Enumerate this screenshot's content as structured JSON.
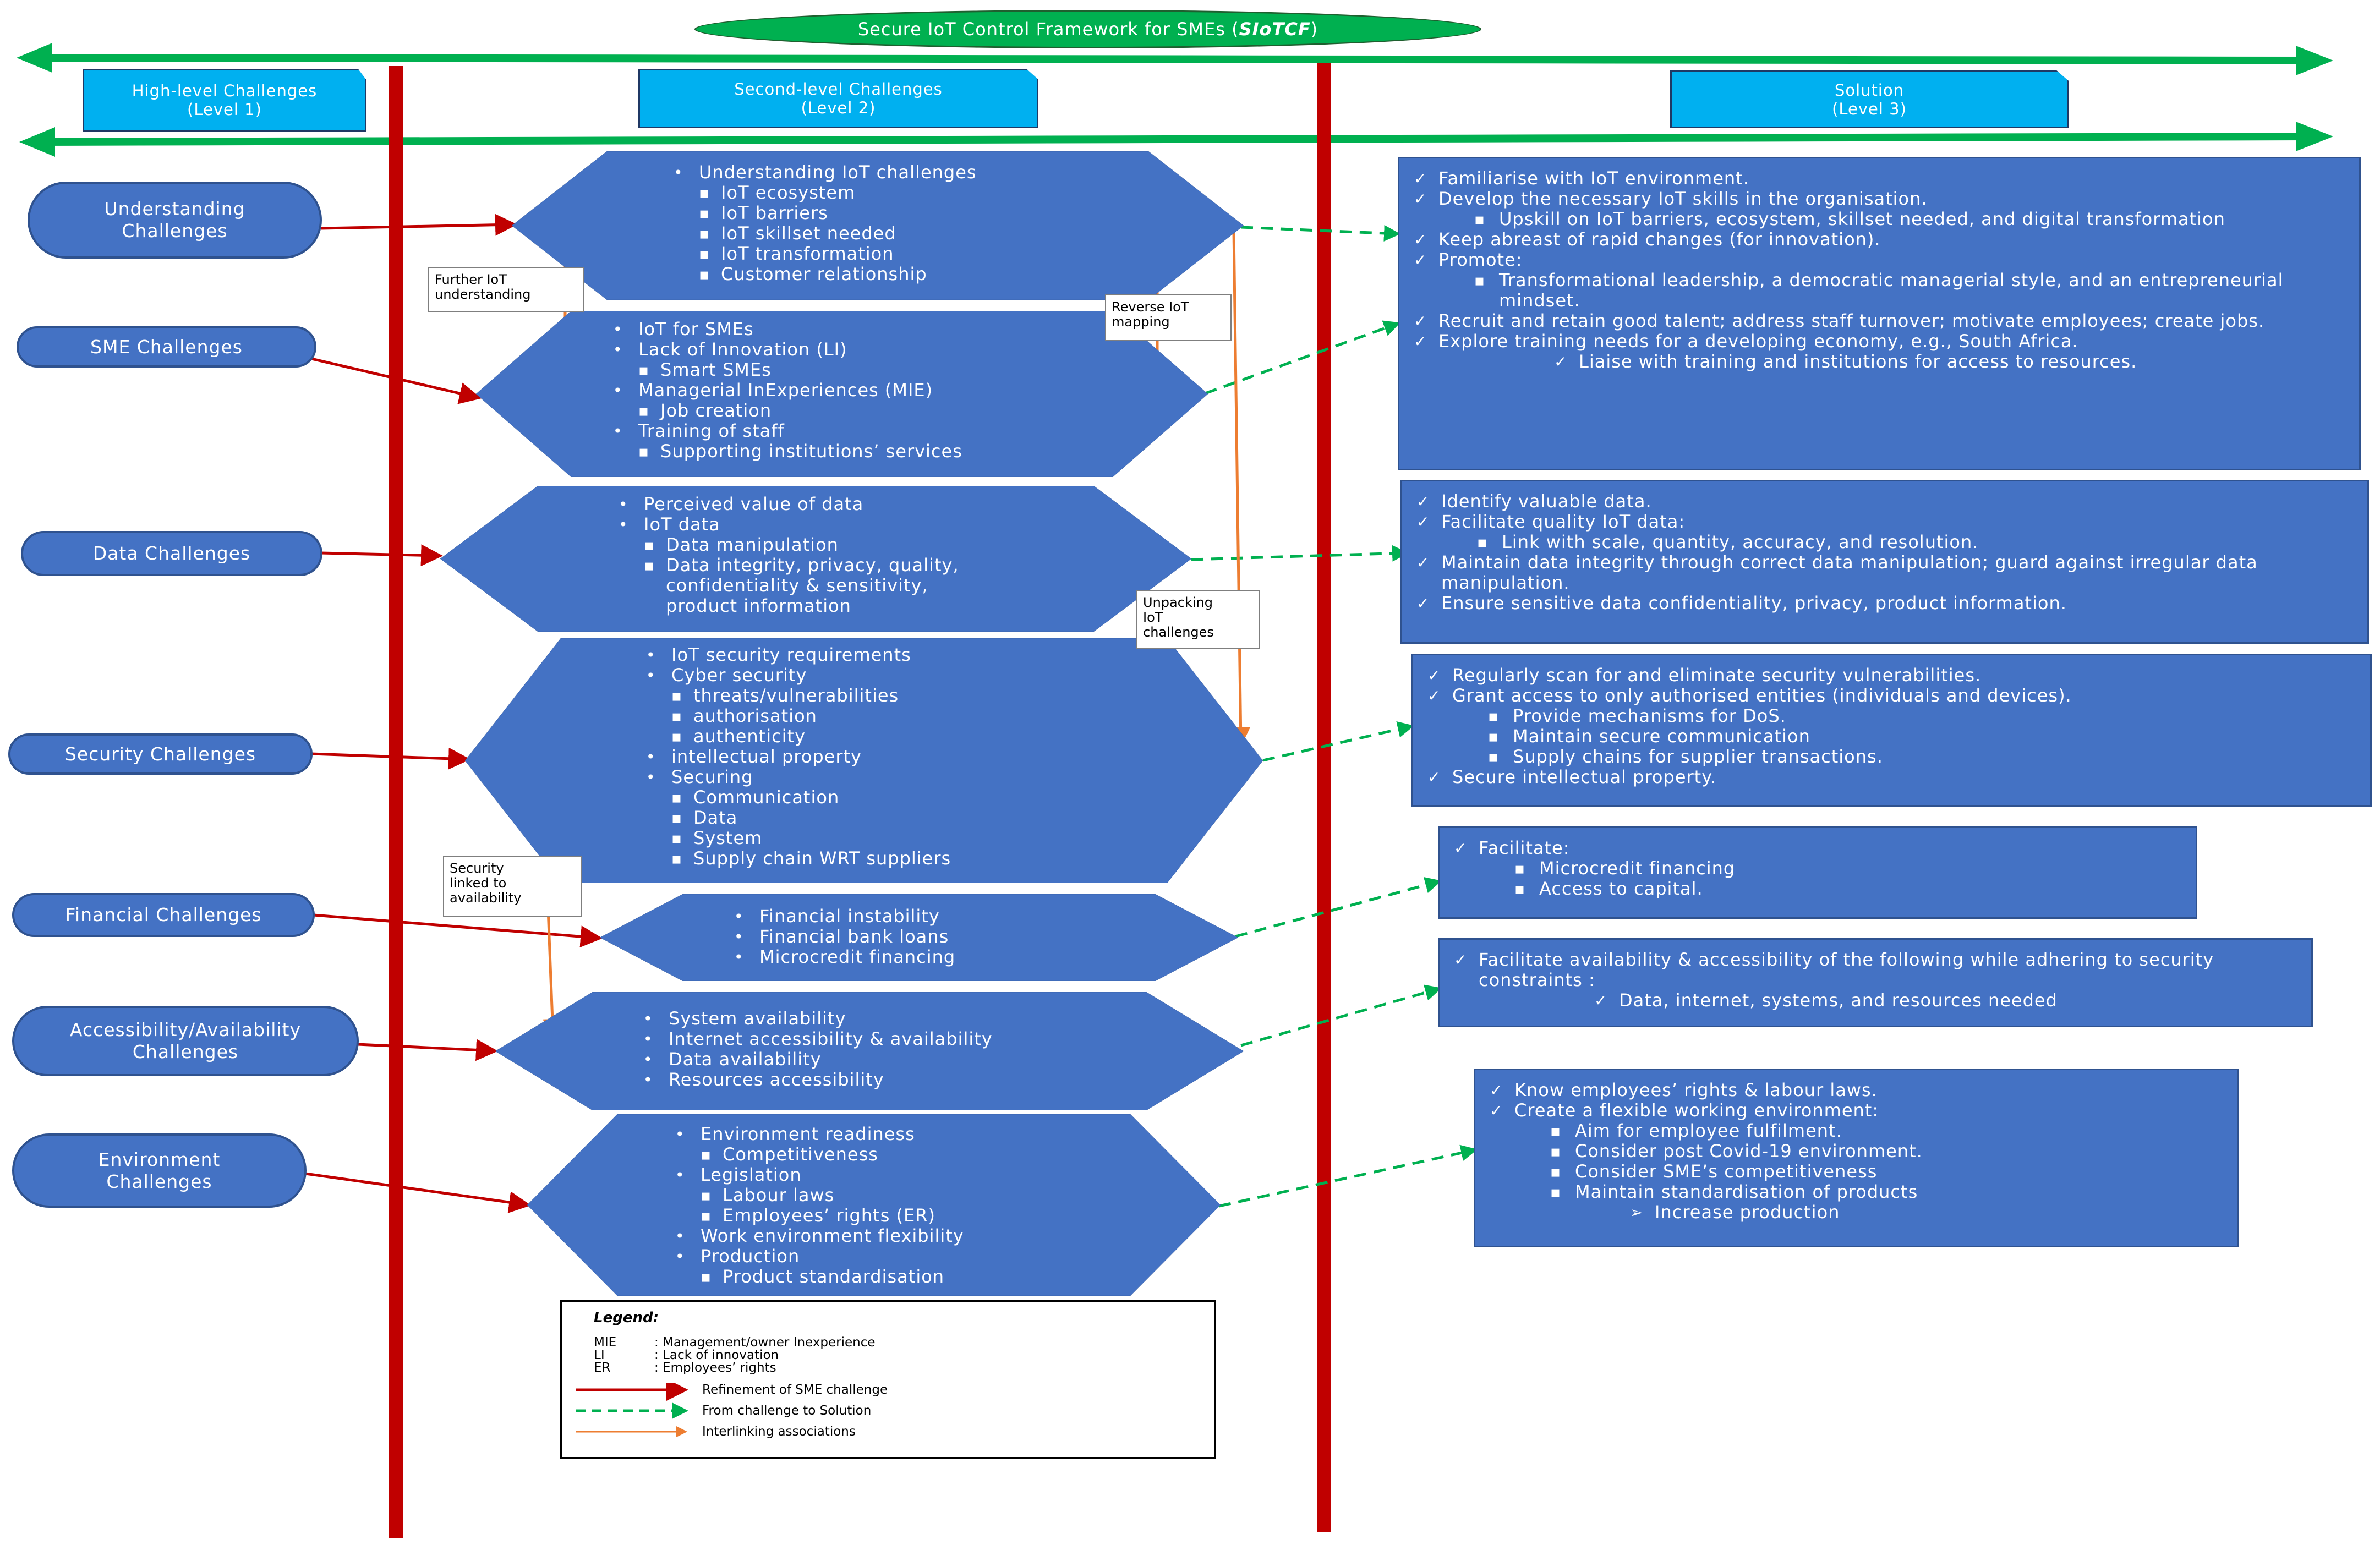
{
  "title_label": "Secure IoT Control Framework for SMEs (",
  "title_acronym": "SIoTCF",
  "title_close": ")",
  "levels": [
    {
      "line1": "High-level Challenges",
      "line2": "(Level 1)"
    },
    {
      "line1": "Second-level Challenges",
      "line2": "(Level 2)"
    },
    {
      "line1": "Solution",
      "line2": "(Level 3)"
    }
  ],
  "challenges": [
    {
      "line1": "Understanding",
      "line2": "Challenges"
    },
    {
      "line1": "SME Challenges",
      "line2": ""
    },
    {
      "line1": "Data Challenges",
      "line2": ""
    },
    {
      "line1": "Security Challenges",
      "line2": ""
    },
    {
      "line1": "Financial Challenges",
      "line2": ""
    },
    {
      "line1": "Accessibility/Availability",
      "line2": "Challenges"
    },
    {
      "line1": "Environment",
      "line2": "Challenges"
    }
  ],
  "second_level": [
    {
      "items": [
        {
          "level": 1,
          "text": "Understanding IoT challenges"
        },
        {
          "level": 2,
          "text": "IoT ecosystem"
        },
        {
          "level": 2,
          "text": "IoT barriers"
        },
        {
          "level": 2,
          "text": "IoT skillset needed"
        },
        {
          "level": 2,
          "text": "IoT transformation"
        },
        {
          "level": 2,
          "text": "Customer relationship"
        }
      ]
    },
    {
      "items": [
        {
          "level": 1,
          "text": "IoT for SMEs"
        },
        {
          "level": 1,
          "text": "Lack of Innovation (LI)"
        },
        {
          "level": 2,
          "text": "Smart SMEs"
        },
        {
          "level": 1,
          "text": "Managerial InExperiences (MIE)"
        },
        {
          "level": 2,
          "text": "Job creation"
        },
        {
          "level": 1,
          "text": "Training of staff"
        },
        {
          "level": 2,
          "text": "Supporting institutions’ services"
        }
      ]
    },
    {
      "items": [
        {
          "level": 1,
          "text": "Perceived value of data"
        },
        {
          "level": 1,
          "text": "IoT data"
        },
        {
          "level": 2,
          "text": "Data manipulation"
        },
        {
          "level": 2,
          "text": "Data integrity, privacy, quality,"
        },
        {
          "level": 0,
          "text": "confidentiality & sensitivity,"
        },
        {
          "level": 0,
          "text": "product information"
        }
      ]
    },
    {
      "items": [
        {
          "level": 1,
          "text": "IoT security requirements"
        },
        {
          "level": 1,
          "text": "Cyber security"
        },
        {
          "level": 2,
          "text": "threats/vulnerabilities"
        },
        {
          "level": 2,
          "text": "authorisation"
        },
        {
          "level": 2,
          "text": "authenticity"
        },
        {
          "level": 1,
          "text": "intellectual  property"
        },
        {
          "level": 1,
          "text": "Securing"
        },
        {
          "level": 2,
          "text": "Communication"
        },
        {
          "level": 2,
          "text": "Data"
        },
        {
          "level": 2,
          "text": "System"
        },
        {
          "level": 2,
          "text": "Supply chain WRT suppliers"
        }
      ]
    },
    {
      "items": [
        {
          "level": 1,
          "text": "Financial instability"
        },
        {
          "level": 1,
          "text": "Financial bank loans"
        },
        {
          "level": 1,
          "text": "Microcredit financing"
        }
      ]
    },
    {
      "items": [
        {
          "level": 1,
          "text": "System availability"
        },
        {
          "level": 1,
          "text": "Internet accessibility & availability"
        },
        {
          "level": 1,
          "text": "Data availability"
        },
        {
          "level": 1,
          "text": "Resources accessibility"
        }
      ]
    },
    {
      "items": [
        {
          "level": 1,
          "text": "Environment readiness"
        },
        {
          "level": 2,
          "text": "Competitiveness"
        },
        {
          "level": 1,
          "text": "Legislation"
        },
        {
          "level": 2,
          "text": "Labour laws"
        },
        {
          "level": 2,
          "text": "Employees’ rights (ER)"
        },
        {
          "level": 1,
          "text": "Work environment flexibility"
        },
        {
          "level": 1,
          "text": "Production"
        },
        {
          "level": 2,
          "text": "Product standardisation"
        }
      ]
    }
  ],
  "solutions": [
    {
      "items": [
        {
          "level": 1,
          "text": "Familiarise with IoT environment."
        },
        {
          "level": 1,
          "text": "Develop the necessary IoT skills in the organisation."
        },
        {
          "level": 2,
          "text": "Upskill on IoT barriers, ecosystem, skillset needed, and digital transformation"
        },
        {
          "level": 1,
          "text": "Keep abreast of rapid changes (for innovation)."
        },
        {
          "level": 1,
          "text": "Promote:"
        },
        {
          "level": 2,
          "text": "Transformational leadership, a democratic managerial style, and an entrepreneurial mindset."
        },
        {
          "level": 1,
          "text": "Recruit and retain good talent; address staff turnover; motivate employees; create jobs."
        },
        {
          "level": 1,
          "text": "Explore training needs for a developing economy, e.g., South Africa."
        },
        {
          "level": 3,
          "text": "Liaise with training and institutions for access to resources."
        }
      ]
    },
    {
      "items": [
        {
          "level": 1,
          "text": "Identify valuable data."
        },
        {
          "level": 1,
          "text": "Facilitate quality IoT data:"
        },
        {
          "level": 2,
          "text": "Link with scale, quantity, accuracy, and resolution."
        },
        {
          "level": 1,
          "text": "Maintain data integrity through correct data manipulation; guard against irregular data manipulation."
        },
        {
          "level": 1,
          "text": "Ensure sensitive data confidentiality, privacy, product information."
        }
      ]
    },
    {
      "items": [
        {
          "level": 1,
          "text": "Regularly scan for and eliminate security vulnerabilities."
        },
        {
          "level": 1,
          "text": "Grant access to only authorised entities (individuals and devices)."
        },
        {
          "level": 2,
          "text": "Provide mechanisms for DoS."
        },
        {
          "level": 2,
          "text": "Maintain secure communication"
        },
        {
          "level": 2,
          "text": "Supply chains for supplier transactions."
        },
        {
          "level": 1,
          "text": "Secure intellectual property."
        }
      ]
    },
    {
      "items": [
        {
          "level": 1,
          "text": "Facilitate:"
        },
        {
          "level": 2,
          "text": "Microcredit financing"
        },
        {
          "level": 2,
          "text": "Access to capital."
        }
      ]
    },
    {
      "items": [
        {
          "level": 1,
          "text": "Facilitate availability & accessibility of the following while adhering to security constraints :"
        },
        {
          "level": 3,
          "text": "Data, internet, systems, and resources needed"
        }
      ]
    },
    {
      "items": [
        {
          "level": 1,
          "text": "Know employees’ rights & labour laws."
        },
        {
          "level": 1,
          "text": "Create a flexible working environment:"
        },
        {
          "level": 2,
          "text": "Aim for employee fulfilment."
        },
        {
          "level": 2,
          "text": "Consider post Covid-19 environment."
        },
        {
          "level": 2,
          "text": "Consider SME’s competitiveness"
        },
        {
          "level": 2,
          "text": "Maintain standardisation of products"
        },
        {
          "level": 4,
          "text": "Increase production"
        }
      ]
    }
  ],
  "notes": [
    {
      "line1": "Further IoT",
      "line2": "understanding",
      "line3": ""
    },
    {
      "line1": "Reverse IoT",
      "line2": "mapping",
      "line3": ""
    },
    {
      "line1": "Unpacking",
      "line2": "IoT",
      "line3": "challenges"
    },
    {
      "line1": "Security",
      "line2": "linked to",
      "line3": "availability"
    }
  ],
  "legend": {
    "title": "Legend:",
    "abbreviations": [
      {
        "abbr": "MIE",
        "desc": ": Management/owner Inexperience"
      },
      {
        "abbr": "LI",
        "desc": ": Lack of innovation"
      },
      {
        "abbr": "ER",
        "desc": ": Employees’ rights"
      }
    ],
    "arrows": [
      {
        "label": "Refinement of SME challenge",
        "color": "#c00000"
      },
      {
        "label": "From challenge to Solution",
        "color": "#00b050"
      },
      {
        "label": "Interlinking associations",
        "color": "#ed7d31"
      }
    ]
  },
  "colors": {
    "node_fill": "#4472c4",
    "node_border": "#2f528f",
    "level_tab": "#00b0f0",
    "title_fill": "#00b050",
    "divider_red": "#c00000",
    "green_arrow": "#00b050",
    "orange_arrow": "#ed7d31"
  },
  "icons": {
    "check": "checkmark-icon",
    "square_bullet": "square-bullet-icon",
    "dot_bullet": "dot-bullet-icon",
    "arrowhead_bullet": "arrowhead-bullet-icon"
  }
}
